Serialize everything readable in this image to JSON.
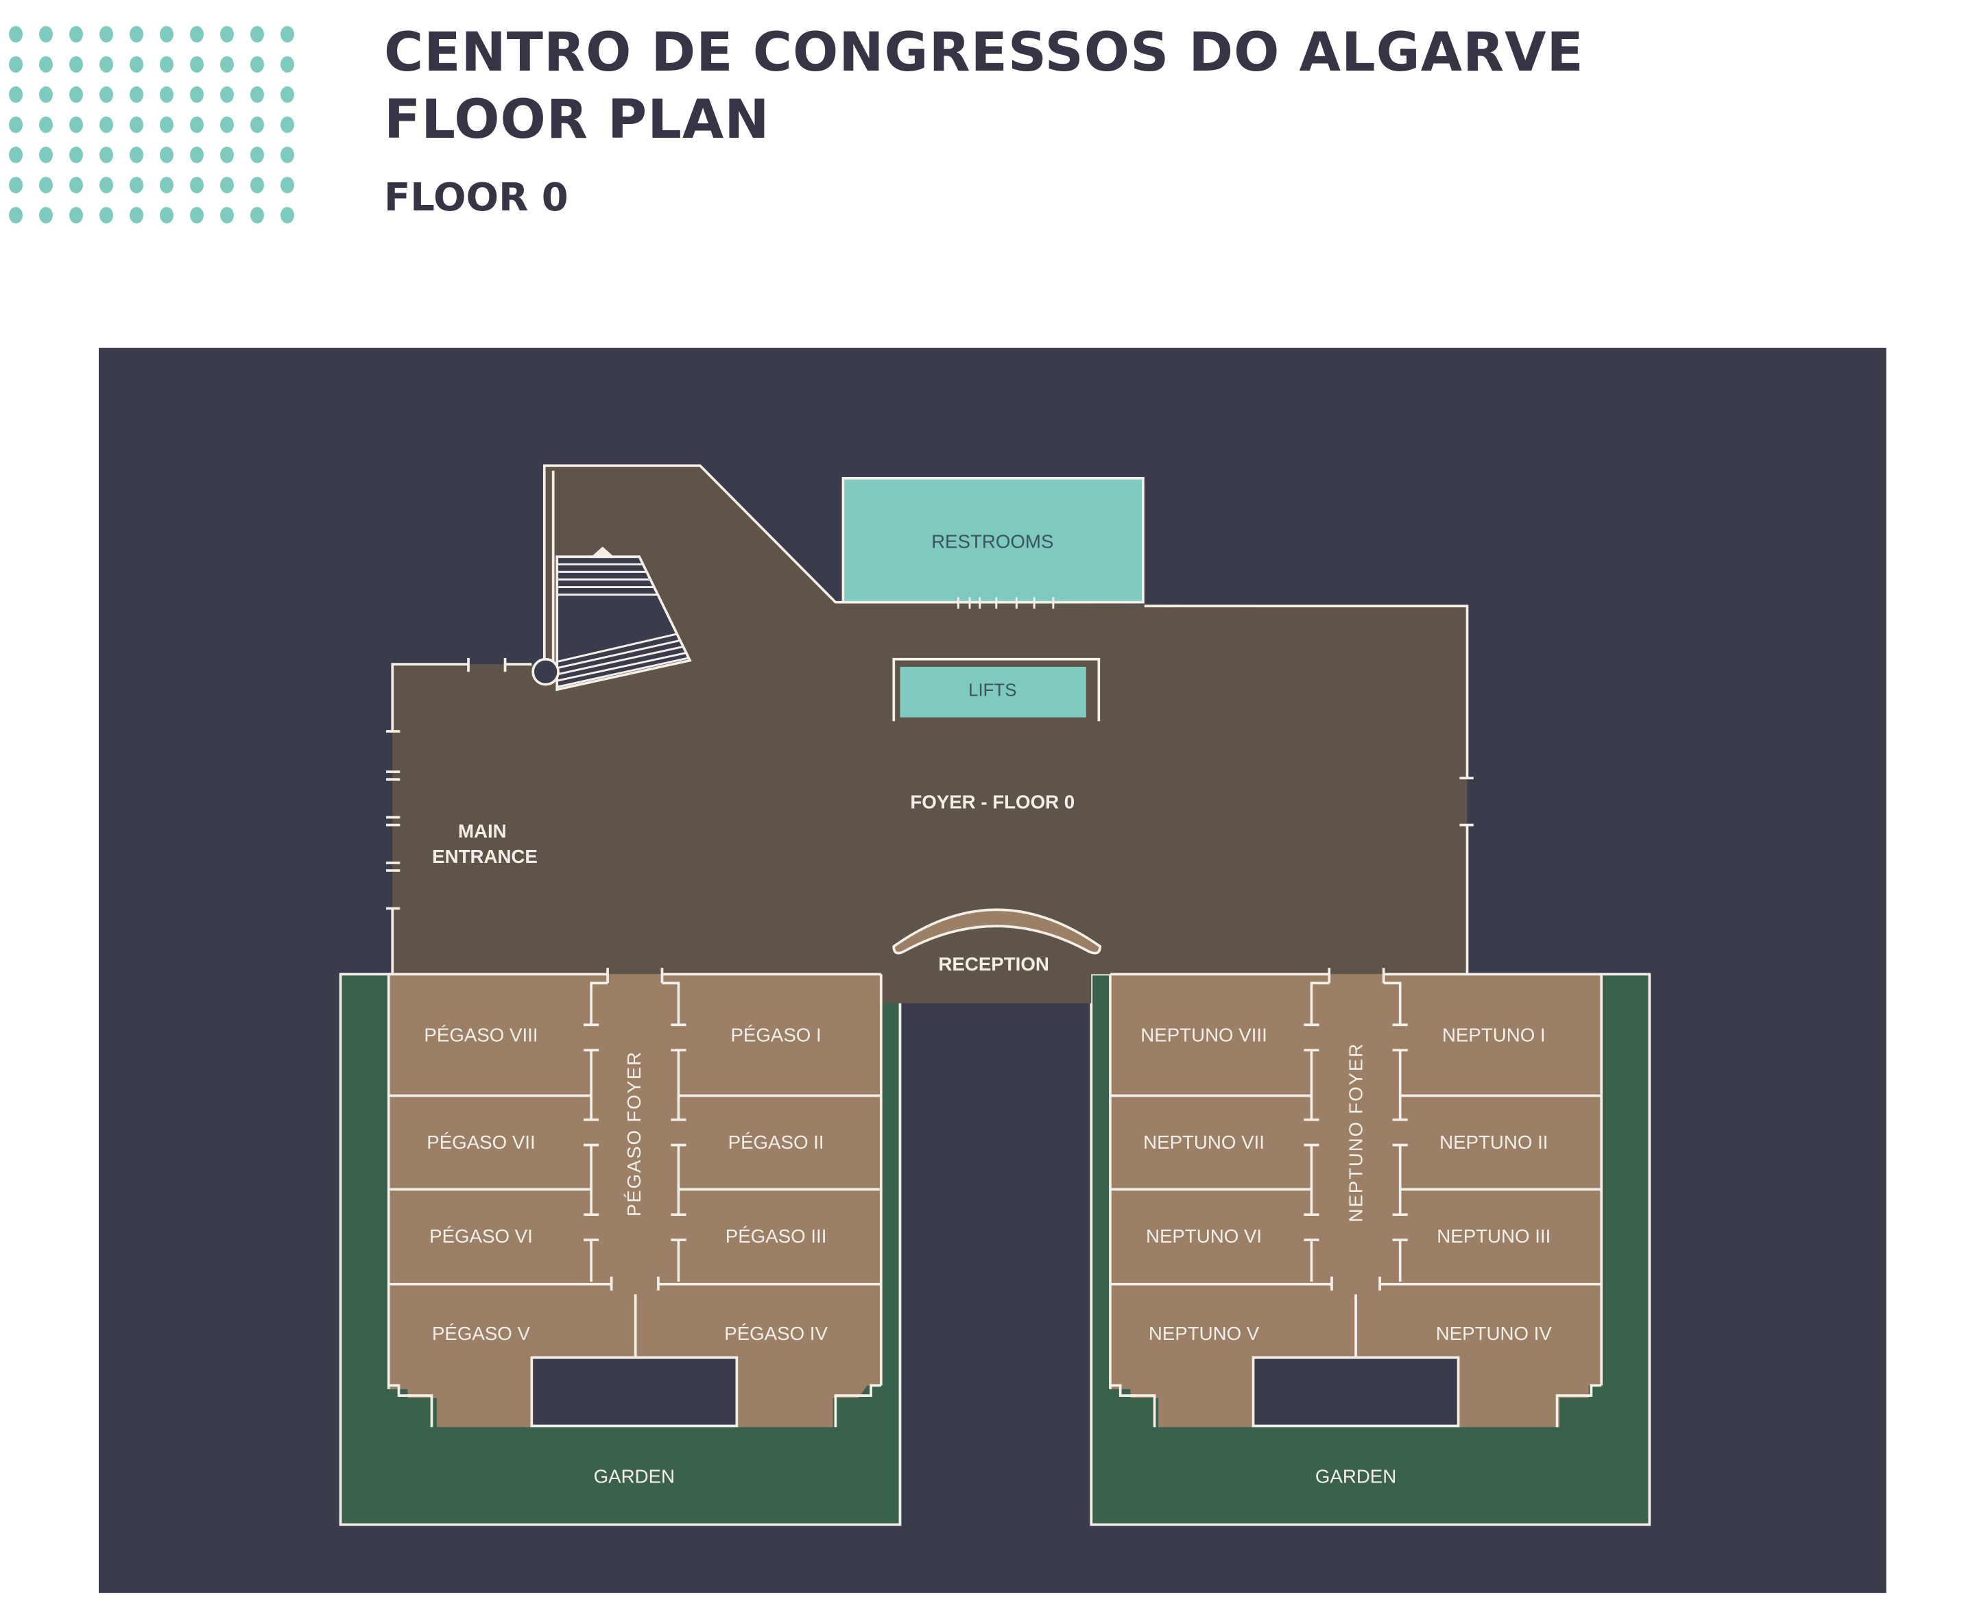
{
  "header": {
    "title_line1": "CENTRO DE CONGRESSOS DO ALGARVE",
    "title_line2": "FLOOR PLAN",
    "subtitle": "FLOOR 0",
    "dot_pattern": {
      "columns": 10,
      "rows": 7,
      "color": "#7fcabe"
    }
  },
  "colors": {
    "background": "#3a3b4b",
    "foyer": "#5f5449",
    "rooms": "#9b7f66",
    "garden": "#3a614b",
    "service": "#7fcabe",
    "walls": "#f3efe8",
    "title": "#353545"
  },
  "floor_plan": {
    "main_entrance": "MAIN ENTRANCE",
    "main_entrance_line1": "MAIN",
    "main_entrance_line2": "ENTRANCE",
    "foyer": "FOYER - FLOOR 0",
    "restrooms": "RESTROOMS",
    "lifts": "LIFTS",
    "reception": "RECEPTION",
    "pegaso_wing": {
      "foyer": "PÉGASO  FOYER",
      "rooms": [
        "PÉGASO VIII",
        "PÉGASO I",
        "PÉGASO VII",
        "PÉGASO II",
        "PÉGASO VI",
        "PÉGASO III",
        "PÉGASO V",
        "PÉGASO IV"
      ],
      "garden": "GARDEN"
    },
    "neptuno_wing": {
      "foyer": "NEPTUNO  FOYER",
      "rooms": [
        "NEPTUNO VIII",
        "NEPTUNO I",
        "NEPTUNO VII",
        "NEPTUNO II",
        "NEPTUNO VI",
        "NEPTUNO III",
        "NEPTUNO V",
        "NEPTUNO IV"
      ],
      "garden": "GARDEN"
    }
  }
}
